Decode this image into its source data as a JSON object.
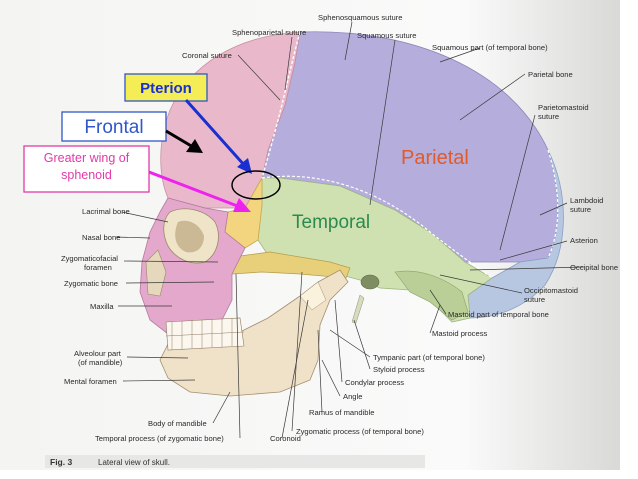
{
  "overlay": {
    "pterion": "Pterion",
    "frontal": "Frontal",
    "greater_wing": "Greater wing of sphenoid",
    "parietal": "Parietal",
    "temporal": "Temporal"
  },
  "labels": {
    "sphenosquamous_suture": "Sphenosquamous suture",
    "sphenoparietal_suture": "Sphenoparietal suture",
    "squamous_suture": "Squamous suture",
    "coronal_suture": "Coronal suture",
    "squamous_part_temporal": "Squamous part (of temporal bone)",
    "parietal_bone": "Parietal bone",
    "parietomastoid_suture_1": "Parietomastoid",
    "parietomastoid_suture_2": "suture",
    "lambdoid_suture_1": "Lambdoid",
    "lambdoid_suture_2": "suture",
    "asterion": "Asterion",
    "occipital_bone": "Occipital bone",
    "occipitomastoid_suture_1": "Occipitomastoid",
    "occipitomastoid_suture_2": "suture",
    "mastoid_part_temporal": "Mastoid part of temporal bone",
    "mastoid_process": "Mastoid process",
    "lacrimal_bone": "Lacrimal bone",
    "nasal_bone": "Nasal bone",
    "zygomaticofacial_1": "Zygomaticofacial",
    "zygomaticofacial_2": "foramen",
    "zygomatic_bone": "Zygomatic bone",
    "maxilla": "Maxilla",
    "alveolar_part_1": "Alveolour part",
    "alveolar_part_2": "(of mandible)",
    "mental_foramen": "Mental foramen",
    "tympanic_part": "Tympanic part (of temporal bone)",
    "styloid_process": "Styloid process",
    "condylar_process": "Condylar process",
    "angle": "Angle",
    "ramus_mandible": "Ramus of mandible",
    "body_mandible": "Body of mandible",
    "zygomatic_process_temporal": "Zygomatic process (of temporal bone)",
    "temporal_process_zygomatic": "Temporal process (of zygomatic bone)",
    "coronoid": "Coronoid"
  },
  "caption": {
    "fig": "Fig. 3",
    "text": "Lateral view of skull."
  },
  "colors": {
    "frontal": "#e9b9cb",
    "parietal": "#b5addb",
    "temporal": "#cfe1b0",
    "sphenoid": "#f2d57e",
    "occipital": "#b8c7e1",
    "face": "#e3a8cc",
    "mandible": "#f0e2c8",
    "teeth": "#fbf7ee",
    "pterion_box": "#f4ed55",
    "pterion_text": "#1a2fd0",
    "pterion_arrow": "#1a2fd0",
    "frontal_box": "#2f57c8",
    "greater_wing_box": "#e23aa8",
    "greater_wing_text": "#e23aa8",
    "greater_wing_arrow": "#ee22ee",
    "parietal_text": "#e05a2a",
    "temporal_text": "#2b8a4e"
  }
}
